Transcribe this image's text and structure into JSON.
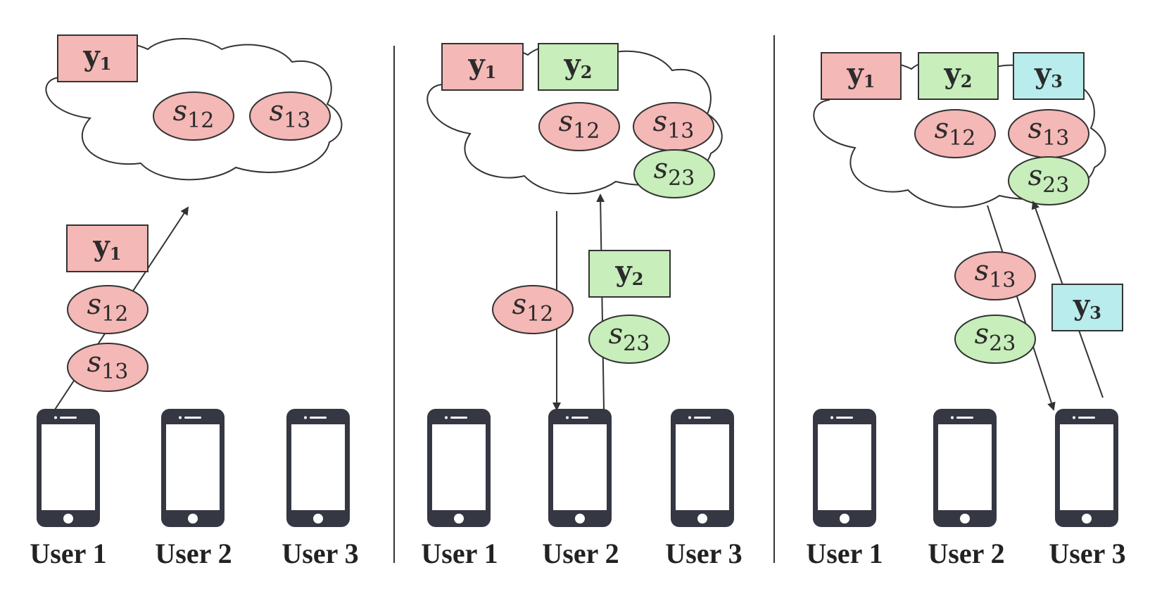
{
  "colors": {
    "pink": "#f4b8b6",
    "green": "#c8eebb",
    "cyan": "#b9ecec",
    "stroke": "#333333",
    "phone": "#353743"
  },
  "user_labels": [
    "User 1",
    "User 2",
    "User 3"
  ],
  "labels": {
    "y1": {
      "base": "y",
      "sub": "1"
    },
    "y2": {
      "base": "y",
      "sub": "2"
    },
    "y3": {
      "base": "y",
      "sub": "3"
    },
    "s12": {
      "base": "s",
      "sub": "12"
    },
    "s13": {
      "base": "s",
      "sub": "13"
    },
    "s23": {
      "base": "s",
      "sub": "23"
    }
  }
}
